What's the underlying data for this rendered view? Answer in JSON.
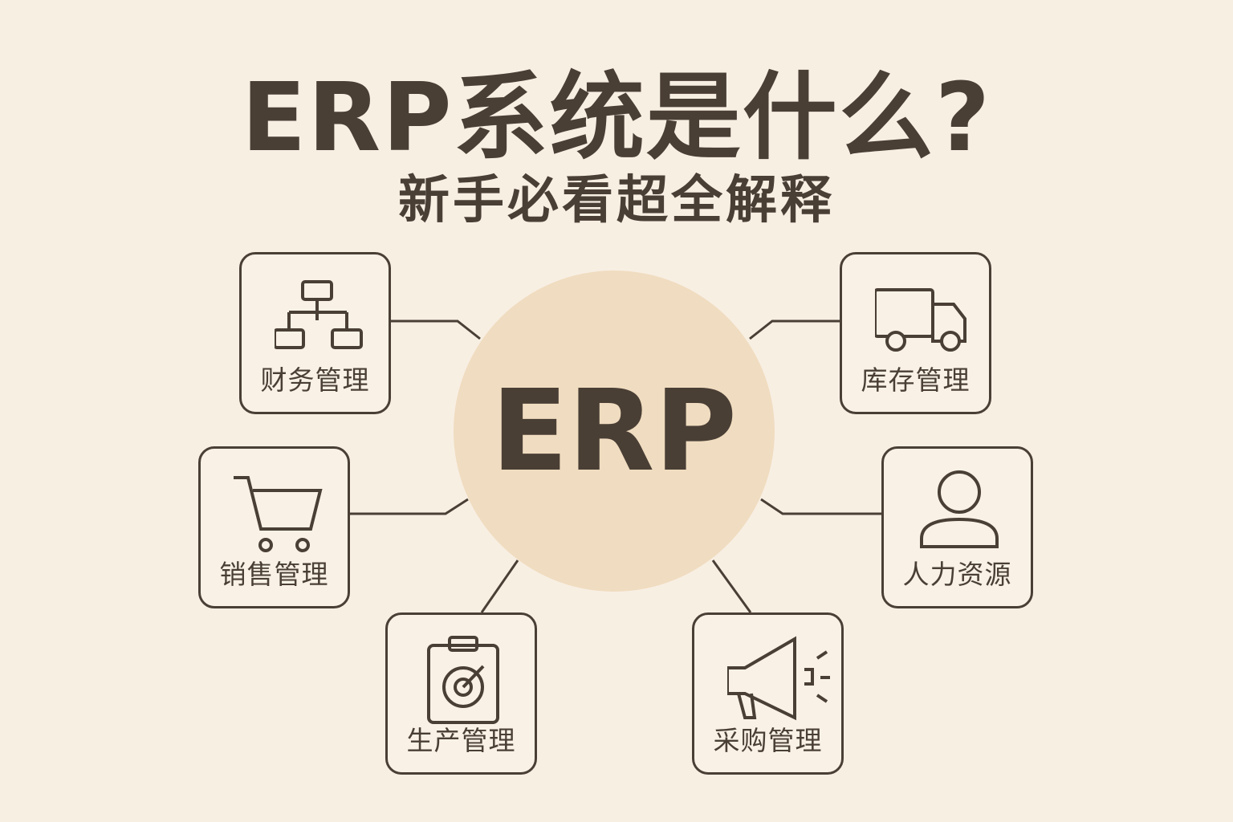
{
  "title": "ERP系统是什么?",
  "subtitle": "新手必看超全解释",
  "hub": {
    "label": "ERP"
  },
  "modules": {
    "finance": {
      "label": "财务管理",
      "icon": "org-chart-icon"
    },
    "inventory": {
      "label": "库存管理",
      "icon": "truck-icon"
    },
    "sales": {
      "label": "销售管理",
      "icon": "shopping-cart-icon"
    },
    "hr": {
      "label": "人力资源",
      "icon": "user-icon"
    },
    "production": {
      "label": "生产管理",
      "icon": "clipboard-target-icon"
    },
    "purchasing": {
      "label": "采购管理",
      "icon": "megaphone-icon"
    }
  },
  "colors": {
    "background": "#f8efe3",
    "ink": "#4a3f35",
    "hub": "#f0dcc0"
  }
}
